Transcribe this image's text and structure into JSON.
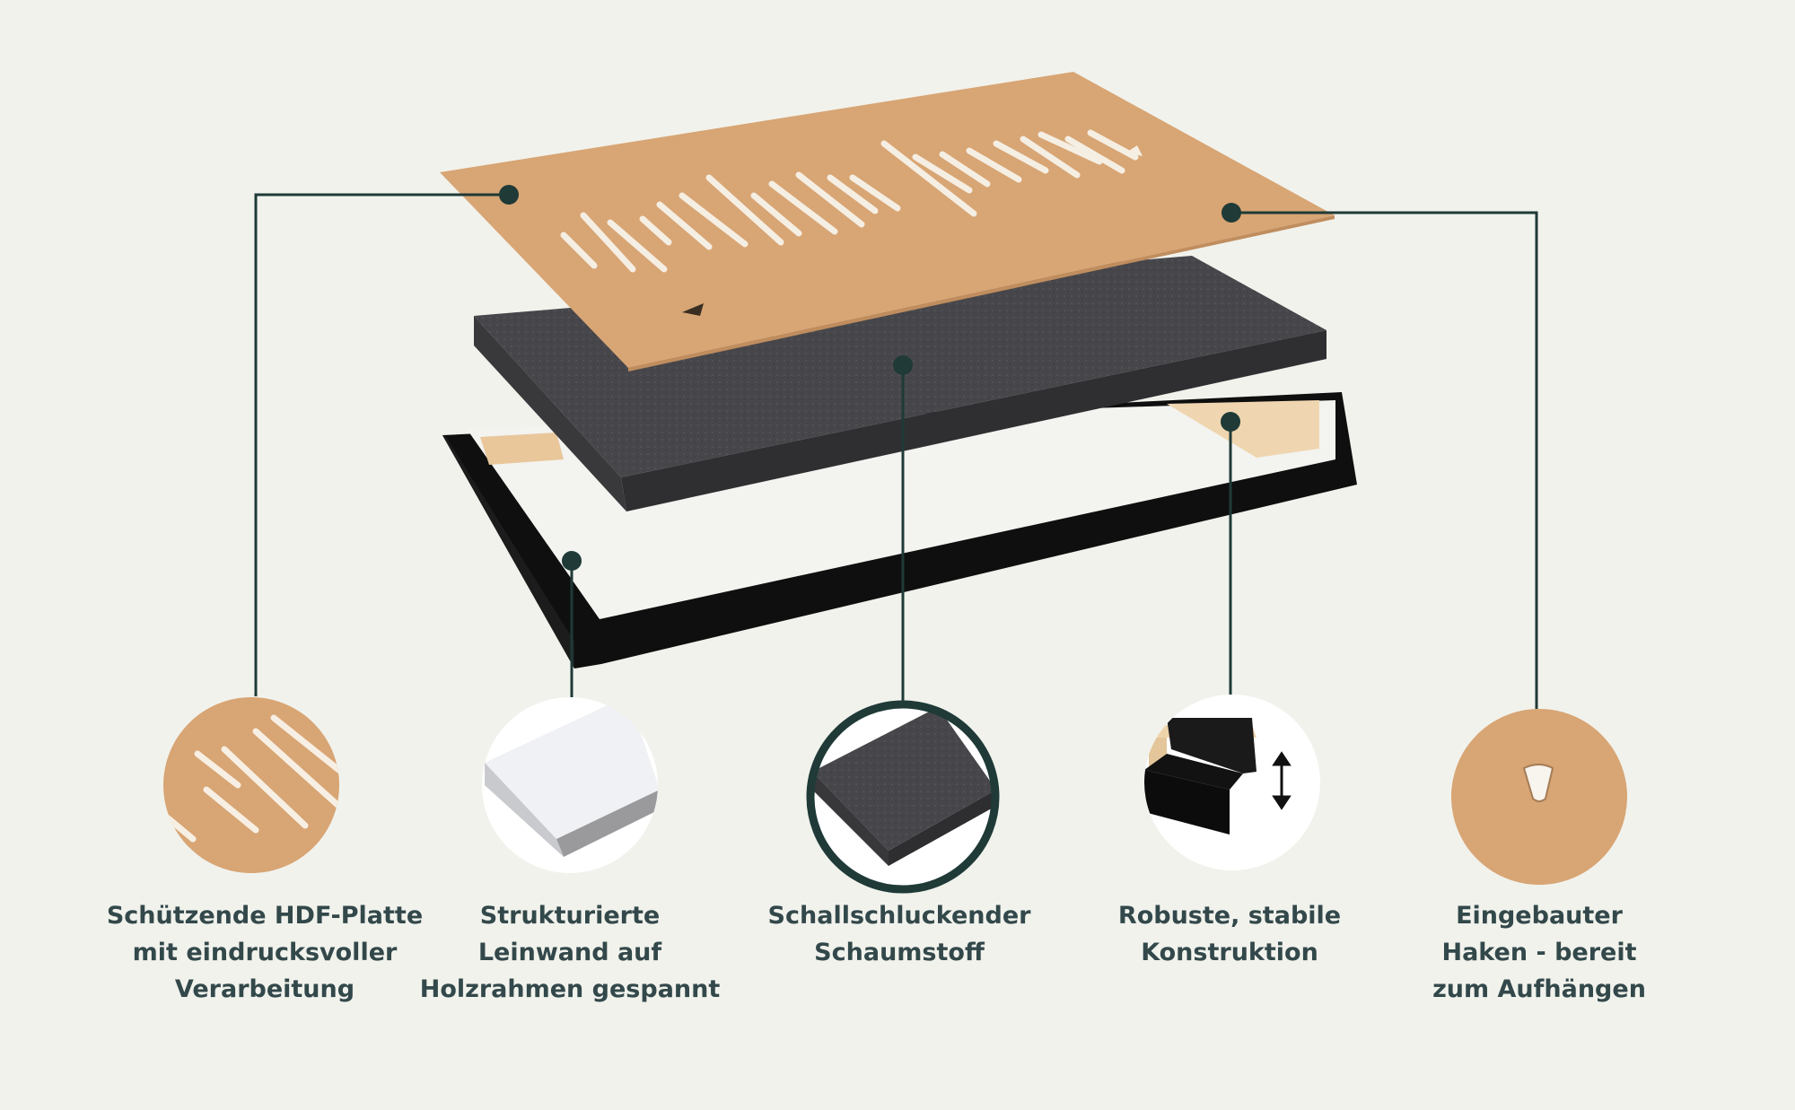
{
  "features": [
    {
      "id": "hdf-plate",
      "label": "Schützende HDF-Platte\nmit eindrucksvoller\nVerarbeitung"
    },
    {
      "id": "canvas",
      "label": "Strukturierte\nLeinwand auf\nHolzrahmen gespannt"
    },
    {
      "id": "foam",
      "label": "Schallschluckender\nSchaumstoff"
    },
    {
      "id": "frame",
      "label": "Robuste, stabile\nKonstruktion"
    },
    {
      "id": "hook",
      "label": "Eingebauter\nHaken - bereit\nzum Aufhängen"
    }
  ],
  "colors": {
    "background": "#f1f2ec",
    "leader": "#1f3a37",
    "hdf": "#d8a574",
    "foam": "#4a4a4e",
    "frame": "#111111",
    "label": "#33484a"
  }
}
